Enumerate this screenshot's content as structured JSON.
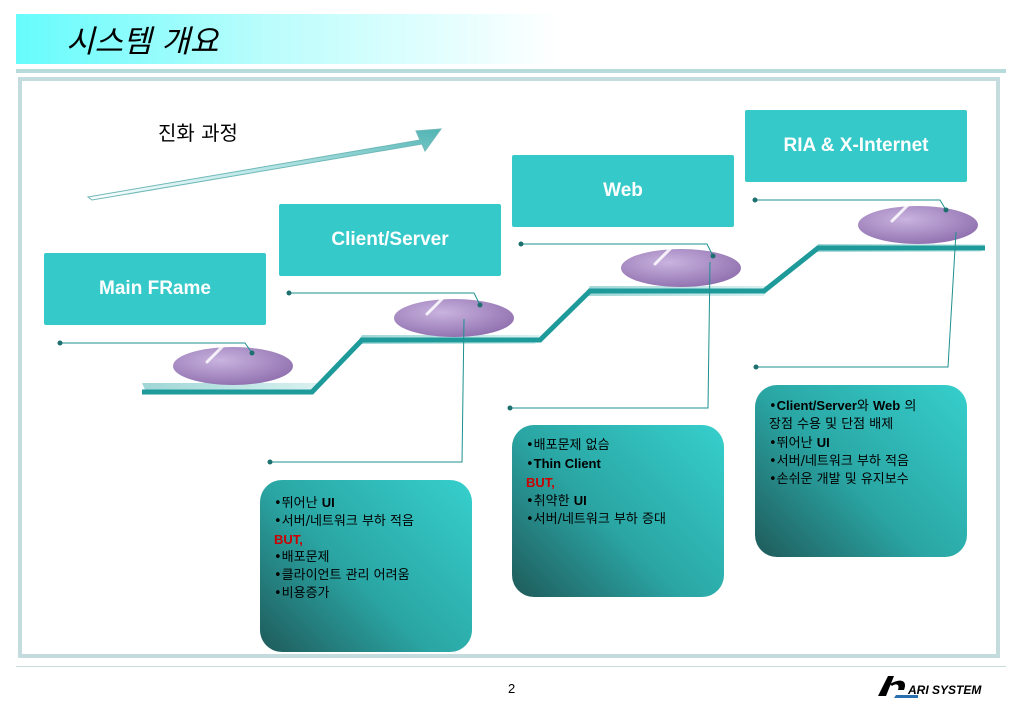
{
  "title": "시스템 개요",
  "evolution_label": "진화 과정",
  "stages": [
    {
      "label": "Main FRame"
    },
    {
      "label": "Client/Server"
    },
    {
      "label": "Web"
    },
    {
      "label": "RIA & X-Internet"
    }
  ],
  "boxes": {
    "client_server": {
      "l1": "•뛰어난 ",
      "l1b": "UI",
      "l2": "•서버/네트워크 부하 적음",
      "l3": "BUT,",
      "l4": "•배포문제",
      "l5": "•클라이언트 관리 어려움",
      "l6": "•비용증가"
    },
    "web": {
      "l1": "•배포문제 없슴",
      "l2": "•",
      "l2b": "Thin Client",
      "l3": "BUT,",
      "l4": "•취약한 ",
      "l4b": "UI",
      "l5": "•서버/네트워크 부하 증대"
    },
    "ria": {
      "l1a": "•",
      "l1b": "Client/Server",
      "l1c": "와 ",
      "l1d": "Web",
      "l1e": " 의",
      "l2": "장점 수용 및 단점 배제",
      "l3": "•뛰어난 ",
      "l3b": "UI",
      "l4": "•서버/네트워크 부하 적음",
      "l5": "•손쉬운 개발 및 유지보수"
    }
  },
  "page_number": "2",
  "logo_text": "ARI SYSTEM",
  "colors": {
    "stage_fill": "#36c9c9",
    "stair": "#1e9a9a",
    "ellipse": "#a98ac4",
    "accent_red": "#cc0000"
  }
}
